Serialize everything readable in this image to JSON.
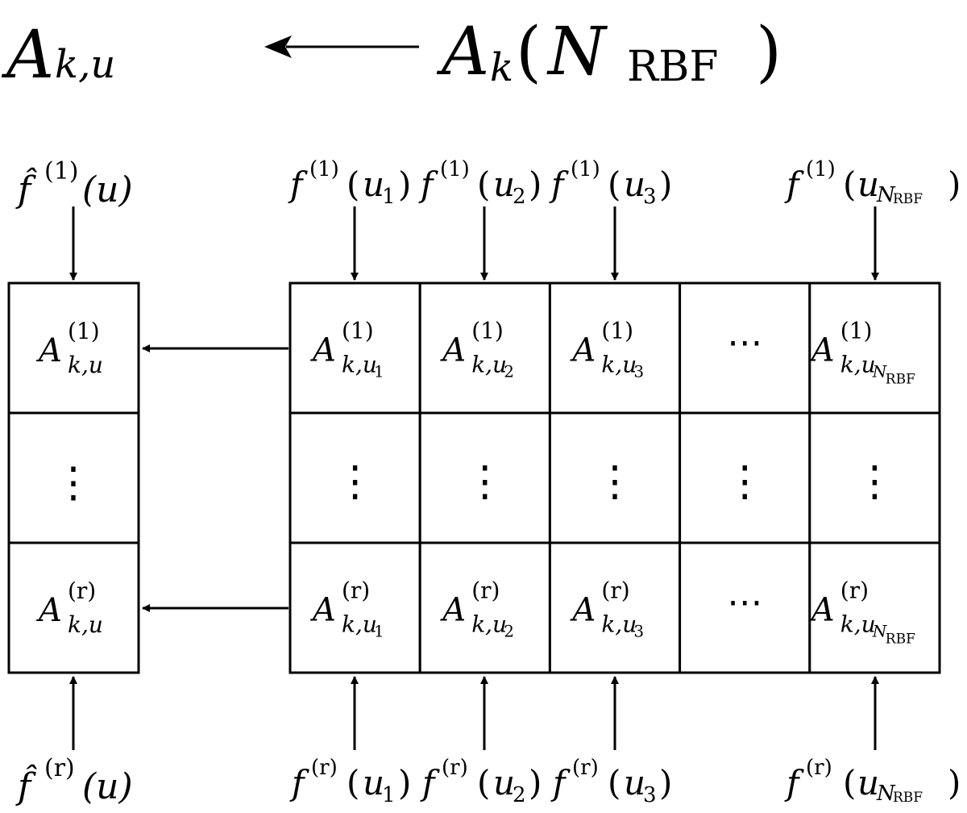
{
  "header": {
    "left": {
      "base": "A",
      "sub": "k,u"
    },
    "right": {
      "base": "A",
      "sub": "k",
      "open": "(",
      "arg": "N",
      "arg_sub": "RBF",
      "close": ")"
    }
  },
  "left_column": {
    "top_input": {
      "hat": "f̂",
      "sup": "(1)",
      "arg": "(u)"
    },
    "bottom_input": {
      "hat": "f̂",
      "sup": "(r)",
      "arg": "(u)"
    },
    "cells": [
      {
        "base": "A",
        "sup": "(1)",
        "sub": "k,u"
      },
      {
        "ellipsis": "⋮"
      },
      {
        "base": "A",
        "sup": "(r)",
        "sub": "k,u"
      }
    ]
  },
  "matrix": {
    "top_inputs": [
      {
        "f": "f",
        "sup": "(1)",
        "open": "(",
        "var": "u",
        "idx": "1",
        "close": ")"
      },
      {
        "f": "f",
        "sup": "(1)",
        "open": "(",
        "var": "u",
        "idx": "2",
        "close": ")"
      },
      {
        "f": "f",
        "sup": "(1)",
        "open": "(",
        "var": "u",
        "idx": "3",
        "close": ")"
      },
      {
        "f": "f",
        "sup": "(1)",
        "open": "(",
        "var": "u",
        "idx": "N",
        "idx_sub": "RBF",
        "close": ")"
      }
    ],
    "bottom_inputs": [
      {
        "f": "f",
        "sup": "(r)",
        "open": "(",
        "var": "u",
        "idx": "1",
        "close": ")"
      },
      {
        "f": "f",
        "sup": "(r)",
        "open": "(",
        "var": "u",
        "idx": "2",
        "close": ")"
      },
      {
        "f": "f",
        "sup": "(r)",
        "open": "(",
        "var": "u",
        "idx": "3",
        "close": ")"
      },
      {
        "f": "f",
        "sup": "(r)",
        "open": "(",
        "var": "u",
        "idx": "N",
        "idx_sub": "RBF",
        "close": ")"
      }
    ],
    "row1": [
      {
        "base": "A",
        "sup": "(1)",
        "sub": "k,u",
        "idx": "1"
      },
      {
        "base": "A",
        "sup": "(1)",
        "sub": "k,u",
        "idx": "2"
      },
      {
        "base": "A",
        "sup": "(1)",
        "sub": "k,u",
        "idx": "3"
      },
      {
        "ellipsis": "⋯"
      },
      {
        "base": "A",
        "sup": "(1)",
        "sub": "k,u",
        "idx": "N",
        "idx_sub": "RBF"
      }
    ],
    "row2_ellipsis": "⋮",
    "row3": [
      {
        "base": "A",
        "sup": "(r)",
        "sub": "k,u",
        "idx": "1"
      },
      {
        "base": "A",
        "sup": "(r)",
        "sub": "k,u",
        "idx": "2"
      },
      {
        "base": "A",
        "sup": "(r)",
        "sub": "k,u",
        "idx": "3"
      },
      {
        "ellipsis": "⋯"
      },
      {
        "base": "A",
        "sup": "(r)",
        "sub": "k,u",
        "idx": "N",
        "idx_sub": "RBF"
      }
    ]
  }
}
